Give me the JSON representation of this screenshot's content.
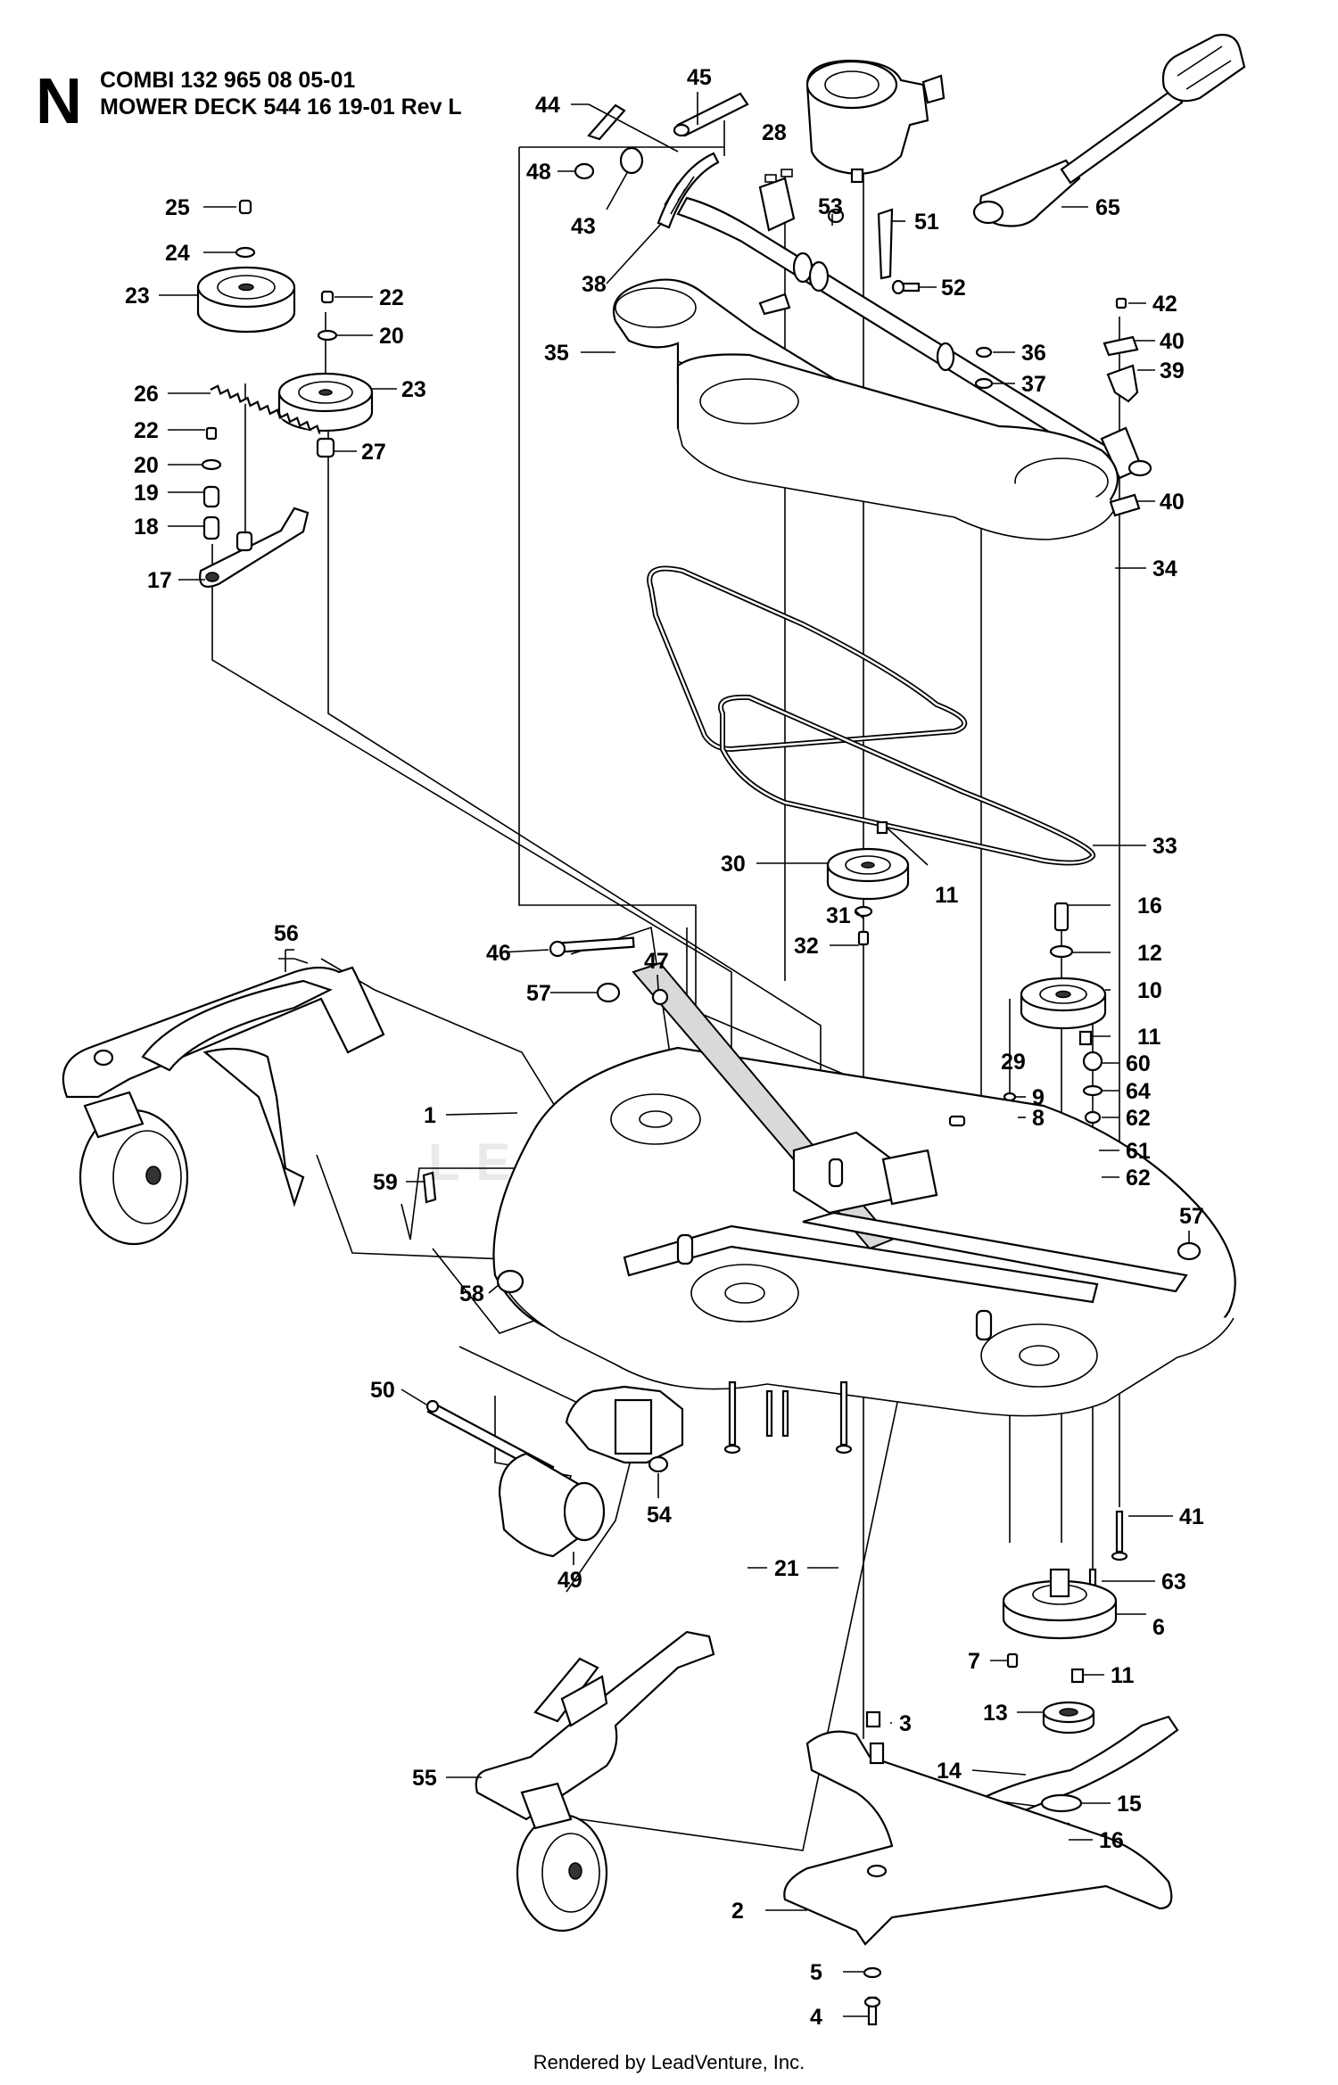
{
  "header": {
    "section_letter": "N",
    "line1": "COMBI 132  965 08 05-01",
    "line2": "MOWER DECK 544 16 19-01 Rev L"
  },
  "footer": {
    "text": "Rendered by LeadVenture, Inc."
  },
  "watermark": {
    "text": "LEADVENTURE"
  },
  "colors": {
    "ink": "#000000",
    "shade": "#d9d9d9",
    "watermark": "#e9e9e9"
  },
  "callouts": {
    "c1": "1",
    "c2": "2",
    "c3": "3",
    "c4": "4",
    "c5": "5",
    "c6": "6",
    "c7": "7",
    "c8": "8",
    "c9": "9",
    "c10": "10",
    "c11a": "11",
    "c11b": "11",
    "c11c": "11",
    "c12": "12",
    "c13": "13",
    "c14": "14",
    "c15": "15",
    "c16a": "16",
    "c16b": "16",
    "c17": "17",
    "c18": "18",
    "c19": "19",
    "c20a": "20",
    "c20b": "20",
    "c21": "21",
    "c22a": "22",
    "c22b": "22",
    "c23a": "23",
    "c23b": "23",
    "c24": "24",
    "c25": "25",
    "c26": "26",
    "c27": "27",
    "c28": "28",
    "c29": "29",
    "c30": "30",
    "c31": "31",
    "c32": "32",
    "c33": "33",
    "c34": "34",
    "c35": "35",
    "c36": "36",
    "c37": "37",
    "c38": "38",
    "c39": "39",
    "c40a": "40",
    "c40b": "40",
    "c41": "41",
    "c42": "42",
    "c43": "43",
    "c44": "44",
    "c45": "45",
    "c46": "46",
    "c47": "47",
    "c48": "48",
    "c49": "49",
    "c50": "50",
    "c51": "51",
    "c52": "52",
    "c53": "53",
    "c54": "54",
    "c55": "55",
    "c56": "56",
    "c57a": "57",
    "c57b": "57",
    "c58": "58",
    "c59": "59",
    "c60": "60",
    "c61": "61",
    "c62a": "62",
    "c62b": "62",
    "c63": "63",
    "c64": "64",
    "c65": "65"
  }
}
